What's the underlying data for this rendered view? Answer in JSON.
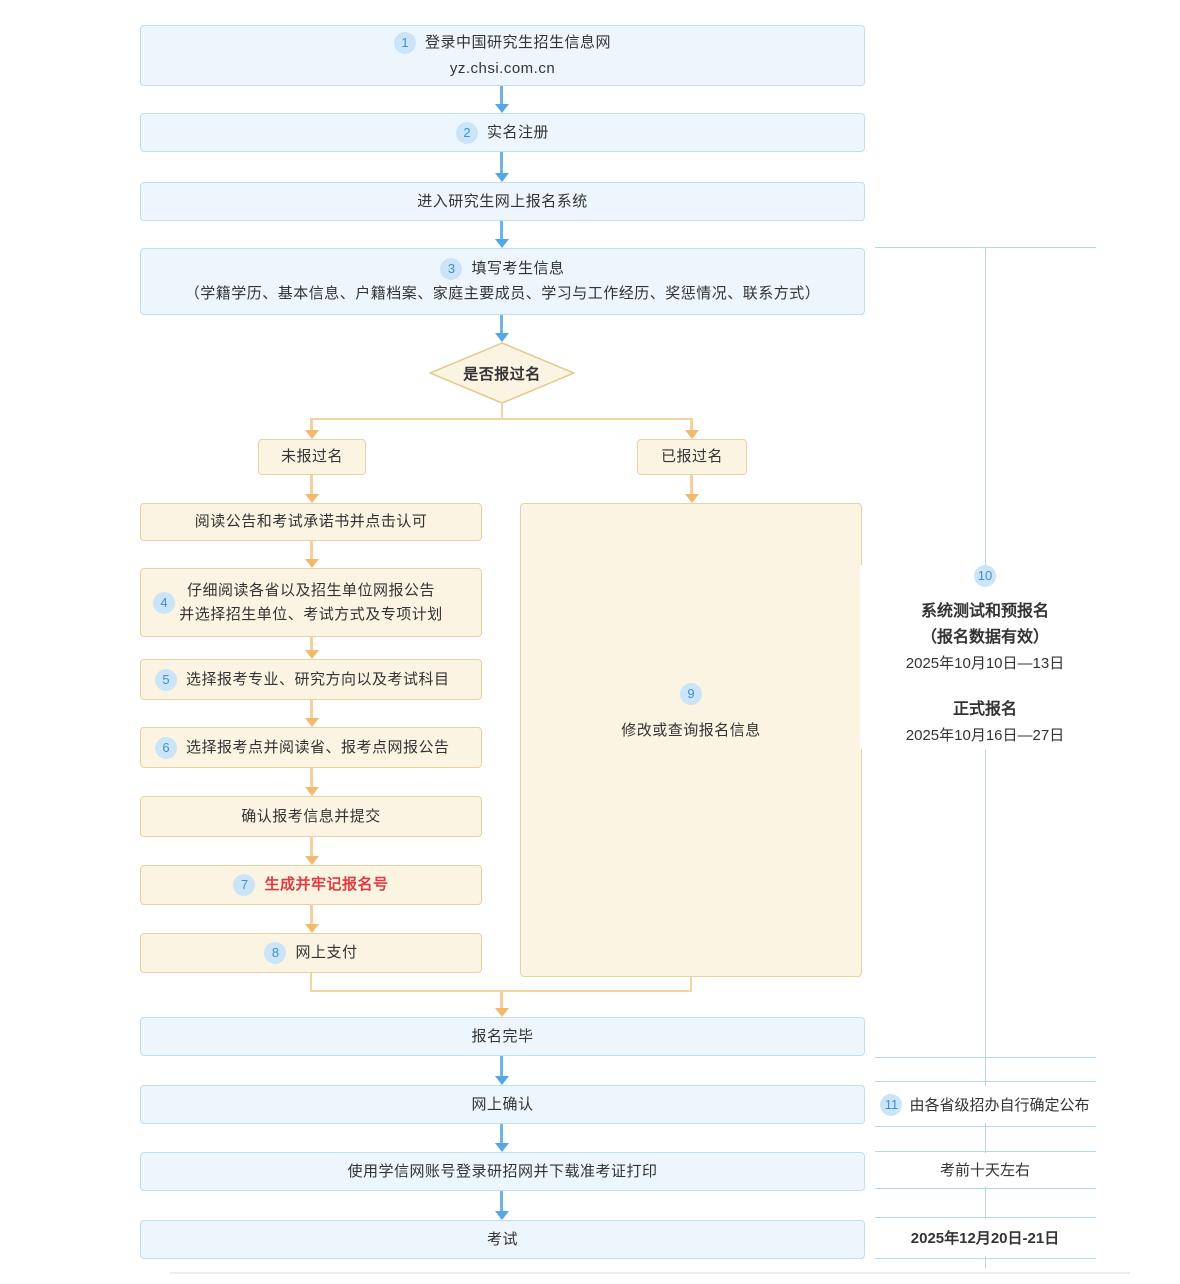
{
  "main_flow": {
    "step1": {
      "badge": "1",
      "title": "登录中国研究生招生信息网",
      "subtitle": "yz.chsi.com.cn"
    },
    "step2": {
      "badge": "2",
      "label": "实名注册"
    },
    "step3": {
      "label": "进入研究生网上报名系统"
    },
    "step4": {
      "badge": "3",
      "title": "填写考生信息",
      "detail": "（学籍学历、基本信息、户籍档案、家庭主要成员、学习与工作经历、奖惩情况、联系方式）"
    },
    "decision": {
      "label": "是否报过名"
    },
    "branch_no": {
      "label": "未报过名"
    },
    "branch_yes": {
      "label": "已报过名"
    }
  },
  "new_applicant_flow": {
    "read_notice": {
      "label": "阅读公告和考试承诺书并点击认可"
    },
    "step4": {
      "badge": "4",
      "line1": "仔细阅读各省以及招生单位网报公告",
      "line2": "并选择招生单位、考试方式及专项计划"
    },
    "step5": {
      "badge": "5",
      "label": "选择报考专业、研究方向以及考试科目"
    },
    "step6": {
      "badge": "6",
      "label": "选择报考点并阅读省、报考点网报公告"
    },
    "confirm_submit": {
      "label": "确认报考信息并提交"
    },
    "step7": {
      "badge": "7",
      "label": "生成并牢记报名号"
    },
    "step8": {
      "badge": "8",
      "label": "网上支付"
    }
  },
  "registered_flow": {
    "badge": "9",
    "label": "修改或查询报名信息"
  },
  "final_flow": {
    "complete": {
      "label": "报名完毕"
    },
    "online_confirm": {
      "label": "网上确认"
    },
    "print_ticket": {
      "label": "使用学信网账号登录研招网并下载准考证打印"
    },
    "exam": {
      "label": "考试"
    }
  },
  "timeline": {
    "schedule": {
      "badge": "10",
      "phase1_title": "系统测试和预报名",
      "phase1_note": "（报名数据有效）",
      "phase1_date": "2025年10月10日—13日",
      "phase2_title": "正式报名",
      "phase2_date": "2025年10月16日—27日"
    },
    "confirm_note": {
      "badge": "11",
      "label": "由各省级招办自行确定公布"
    },
    "print_note": {
      "label": "考前十天左右"
    },
    "exam_date": {
      "label": "2025年12月20日-21日"
    }
  },
  "colors": {
    "blue_box_bg": "#edf6fc",
    "blue_box_border": "#bedff2",
    "cream_box_bg": "#fbf4e2",
    "cream_box_border": "#e9d2a2",
    "badge_bg": "#cbe4f7",
    "badge_text": "#4090d0",
    "arrow_blue": "#55a6e5",
    "arrow_orange": "#f1b96c",
    "emphasis_red": "#e03c42",
    "rule_blue": "#b4d9ec",
    "text": "#333333"
  }
}
